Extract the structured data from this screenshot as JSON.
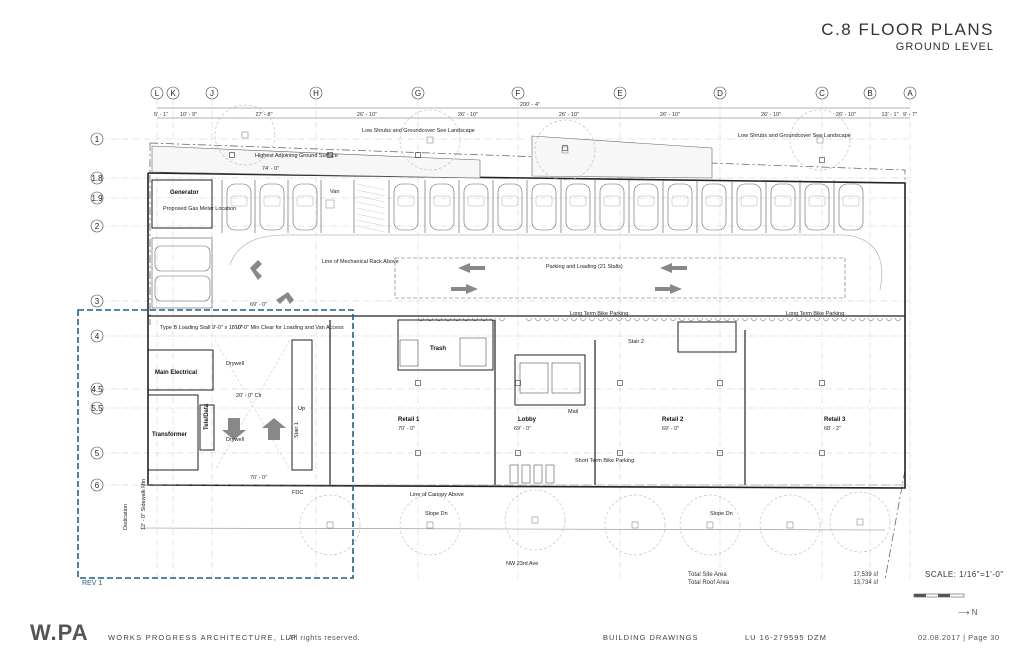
{
  "sheet": {
    "title": "C.8 FLOOR PLANS",
    "subtitle": "GROUND LEVEL"
  },
  "grid": {
    "columns": [
      "L",
      "K",
      "J",
      "H",
      "G",
      "F",
      "E",
      "D",
      "C",
      "B",
      "A"
    ],
    "rows": [
      "1",
      "1.8",
      "1.9",
      "2",
      "3",
      "4",
      "4.5",
      "5.5",
      "5",
      "6"
    ],
    "dims_top": [
      "5' - 1\"",
      "10' - 9\"",
      "27' - 8\"",
      "26' - 10\"",
      "26' - 10\"",
      "26' - 10\"",
      "26' - 10\"",
      "26' - 10\"",
      "26' - 10\"",
      "13' - 1\"",
      "9' - 7\""
    ],
    "overall_dim": "200' - 4\""
  },
  "rooms": {
    "generator": "Generator",
    "gas_meter": "Proposed Gas Meter Location",
    "main_electrical": "Main Electrical",
    "transformer": "Transformer",
    "tele_data": "Tele/Data",
    "trash": "Trash",
    "retail1": "Retail 1",
    "retail2": "Retail 2",
    "retail3": "Retail 3",
    "lobby": "Lobby",
    "mail": "Mail",
    "stair1": "Stair 1",
    "stair2": "Stair 2",
    "van": "Van",
    "fdc": "FDC",
    "up": "Up",
    "drywell": "Drywell"
  },
  "notes": {
    "shrubs_left": "Low Shrubs and Groundcover See Landscape",
    "shrubs_right": "Low Shrubs and Groundcover See Landscape",
    "highest_ground": "Highest Adjoining Ground Surface",
    "mech_rack": "Line of Mechanical Rack Above",
    "parking": "Parking and Loading (21 Stalls)",
    "bike_left": "Long Term Bike Parking",
    "bike_right": "Long Term Bike Parking",
    "loading": "Type B Loading Stall 9'-0\" x 18'-0\"",
    "clear": "10'-0\" Min Clear for Loading and Van Access",
    "short_bike": "Short Term Bike Parking",
    "canopy": "Line of Canopy Above",
    "slope1": "Slope Dn",
    "slope2": "Slope Dn",
    "street": "NW 23rd Ave",
    "sidewalk": "12' - 0\" Sidewalk Min",
    "dedication": "Dedication",
    "clr": "20' - 0\" Clr",
    "elev_retail1": "70' - 0\"",
    "elev_lobby": "69' - 0\"",
    "elev_retail2": "69' - 0\"",
    "elev_retail3": "68' - 2\"",
    "elev_ground": "74' - 0\"",
    "elev_parking": "69' - 0\"",
    "elev_loading": "70' - 0\""
  },
  "areas": [
    {
      "label": "Total Site Area",
      "value": "17,539 sf"
    },
    {
      "label": "Total Roof Area",
      "value": "13,734 sf"
    }
  ],
  "scale": "SCALE: 1/16\"=1'-0\"",
  "north": "N",
  "rev": "REV 1",
  "footer": {
    "logo": "W.PA",
    "firm": "WORKS PROGRESS ARCHITECTURE, LLP",
    "rights": "All rights reserved.",
    "section": "BUILDING DRAWINGS",
    "lu": "LU 16-279595 DZM",
    "date_page": "02.08.2017  |  Page 30"
  },
  "colors": {
    "rev_cloud": "#1f5f8a",
    "line": "#333333"
  }
}
